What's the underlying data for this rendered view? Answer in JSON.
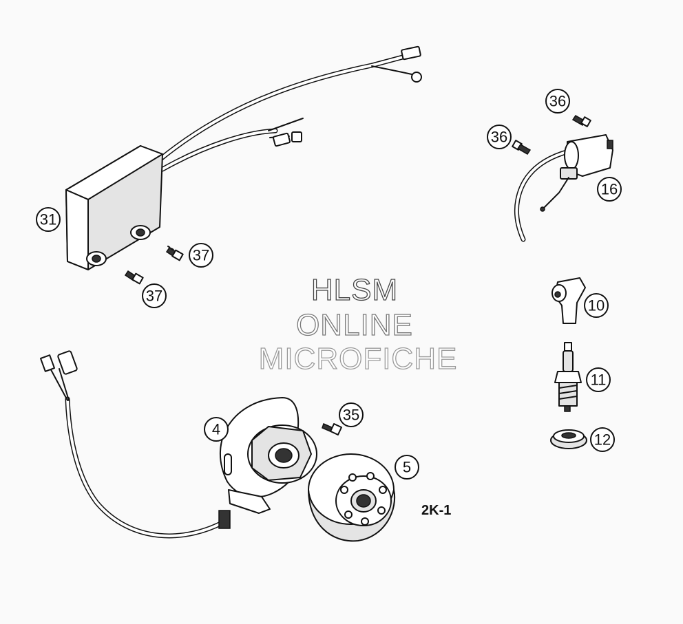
{
  "watermark": {
    "line1": "HLSM",
    "line2": "ONLINE",
    "line3": "MICROFICHE"
  },
  "diagram_code": "2K-1",
  "callouts": {
    "cdi_unit": "31",
    "cdi_screw_upper": "37",
    "cdi_screw_lower": "37",
    "coil_screw_top": "36",
    "coil_screw_left": "36",
    "ignition_coil": "16",
    "spark_plug_cap": "10",
    "spark_plug": "11",
    "plug_washer": "12",
    "stator": "4",
    "stator_screw": "35",
    "rotor": "5"
  }
}
